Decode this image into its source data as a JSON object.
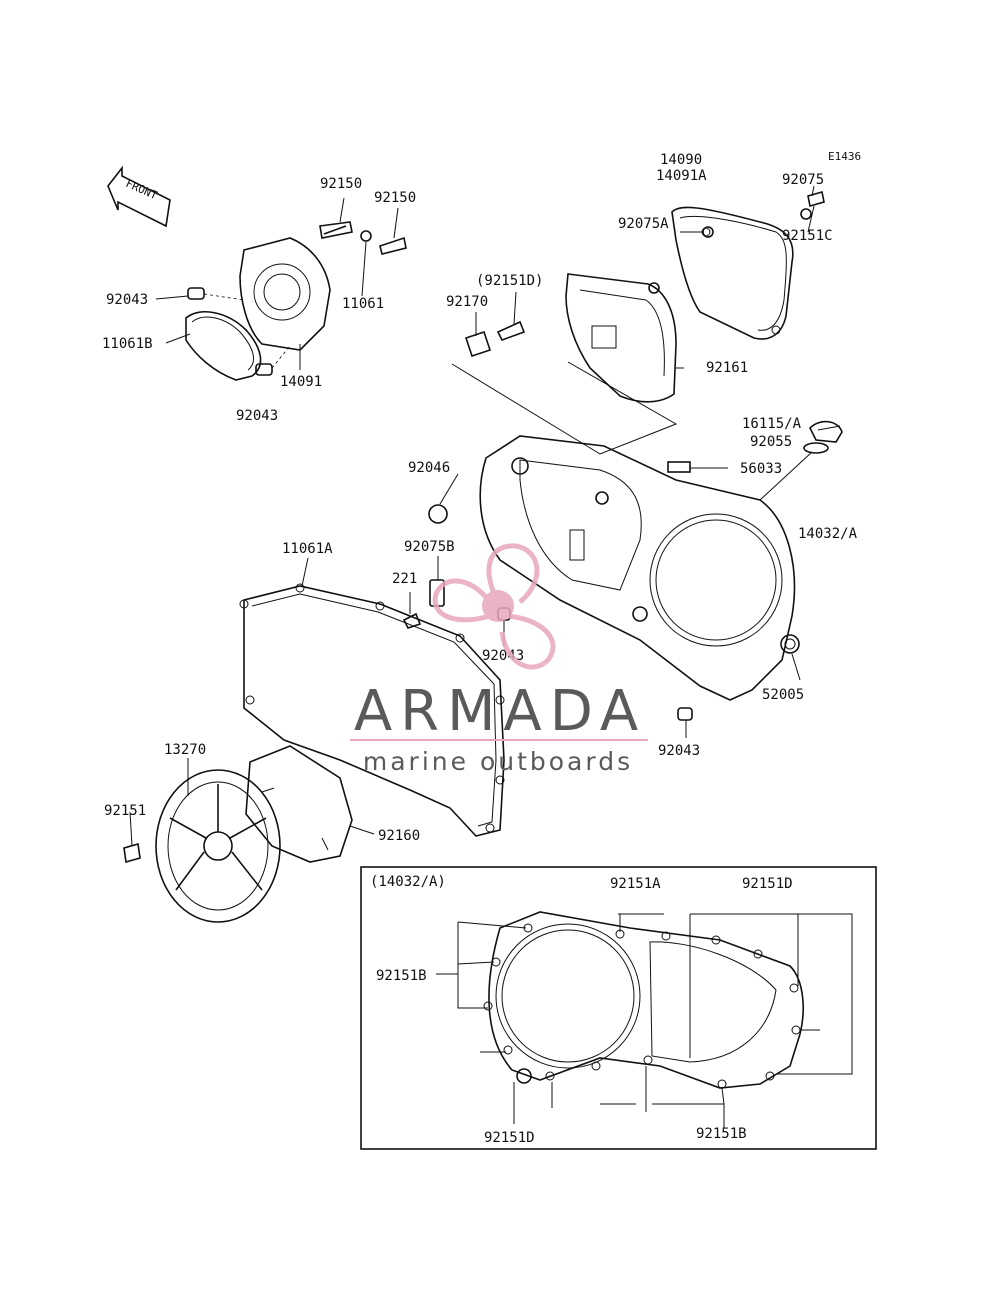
{
  "diagram_ref": "E1436",
  "front_label": "FRONT",
  "labels": {
    "p14090": "14090",
    "p14091A": "14091A",
    "p92075": "92075",
    "p92151C": "92151C",
    "p92075A": "92075A",
    "p92151D_paren": "(92151D)",
    "p92170": "92170",
    "p92161": "92161",
    "p92150_a": "92150",
    "p92150_b": "92150",
    "p92043_a": "92043",
    "p11061": "11061",
    "p11061B": "11061B",
    "p14091": "14091",
    "p92043_b": "92043",
    "p16115A": "16115/A",
    "p92055": "92055",
    "p92046": "92046",
    "p56033": "56033",
    "p14032A": "14032/A",
    "p11061A": "11061A",
    "p92075B": "92075B",
    "p221": "221",
    "p92043_c": "92043",
    "p52005": "52005",
    "p92043_d": "92043",
    "p13270": "13270",
    "p92151": "92151",
    "p92160": "92160"
  },
  "inset": {
    "title": "(14032/A)",
    "labels": {
      "p92151A": "92151A",
      "p92151D_top": "92151D",
      "p92151B_left": "92151B",
      "p92151D_bottom": "92151D",
      "p92151B_bottom": "92151B"
    }
  },
  "watermark": {
    "brand": "ARMADA",
    "tagline": "marine outboards",
    "brand_color": "#5a5a5a",
    "accent_color": "#e8a7bd"
  }
}
